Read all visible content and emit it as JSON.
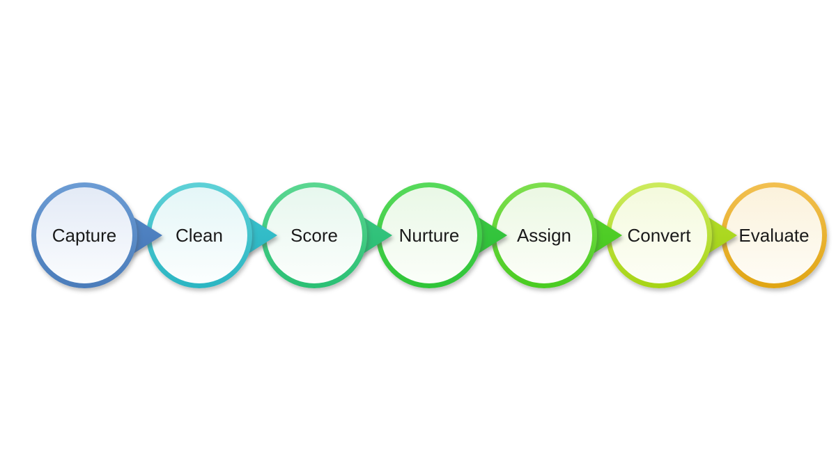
{
  "page": {
    "background": "#ffffff",
    "text_color": "#1a1a1a"
  },
  "diagram": {
    "type": "process-flow",
    "orientation": "horizontal",
    "stage_count": 7,
    "stages": [
      {
        "label": "Capture",
        "colors": {
          "ring_top": "#6c9cd4",
          "ring_bottom": "#4a7cba",
          "arrow_top": "#558bca",
          "arrow_bottom": "#4574b4",
          "fill_top": "#e3eaf6",
          "fill_bottom": "#fafcfe"
        }
      },
      {
        "label": "Clean",
        "colors": {
          "ring_top": "#5ed1d7",
          "ring_bottom": "#2ab5c2",
          "arrow_top": "#3ec6d0",
          "arrow_bottom": "#26b1bf",
          "fill_top": "#e4f6f7",
          "fill_bottom": "#fbfefe"
        }
      },
      {
        "label": "Score",
        "colors": {
          "ring_top": "#5bd791",
          "ring_bottom": "#2abf74",
          "arrow_top": "#3cc986",
          "arrow_bottom": "#25ba6e",
          "fill_top": "#e7f7ee",
          "fill_bottom": "#fbfefc"
        }
      },
      {
        "label": "Nurture",
        "colors": {
          "ring_top": "#57da5b",
          "ring_bottom": "#2ec437",
          "arrow_top": "#3ecb47",
          "arrow_bottom": "#28bd31",
          "fill_top": "#e9f8e6",
          "fill_bottom": "#fbfef9"
        }
      },
      {
        "label": "Assign",
        "colors": {
          "ring_top": "#7edf4e",
          "ring_bottom": "#49cb21",
          "arrow_top": "#5ad32f",
          "arrow_bottom": "#43c61d",
          "fill_top": "#ebf8e3",
          "fill_bottom": "#fcfef8"
        }
      },
      {
        "label": "Convert",
        "colors": {
          "ring_top": "#cdeb5e",
          "ring_bottom": "#a6d414",
          "arrow_top": "#b8e030",
          "arrow_bottom": "#9ecf10",
          "fill_top": "#f4fadd",
          "fill_bottom": "#fdfef6"
        }
      },
      {
        "label": "Evaluate",
        "colors": {
          "ring_top": "#f2c051",
          "ring_bottom": "#e0a513",
          "arrow_top": null,
          "arrow_bottom": null,
          "fill_top": "#fbf2dc",
          "fill_bottom": "#fefcf5"
        }
      }
    ]
  }
}
